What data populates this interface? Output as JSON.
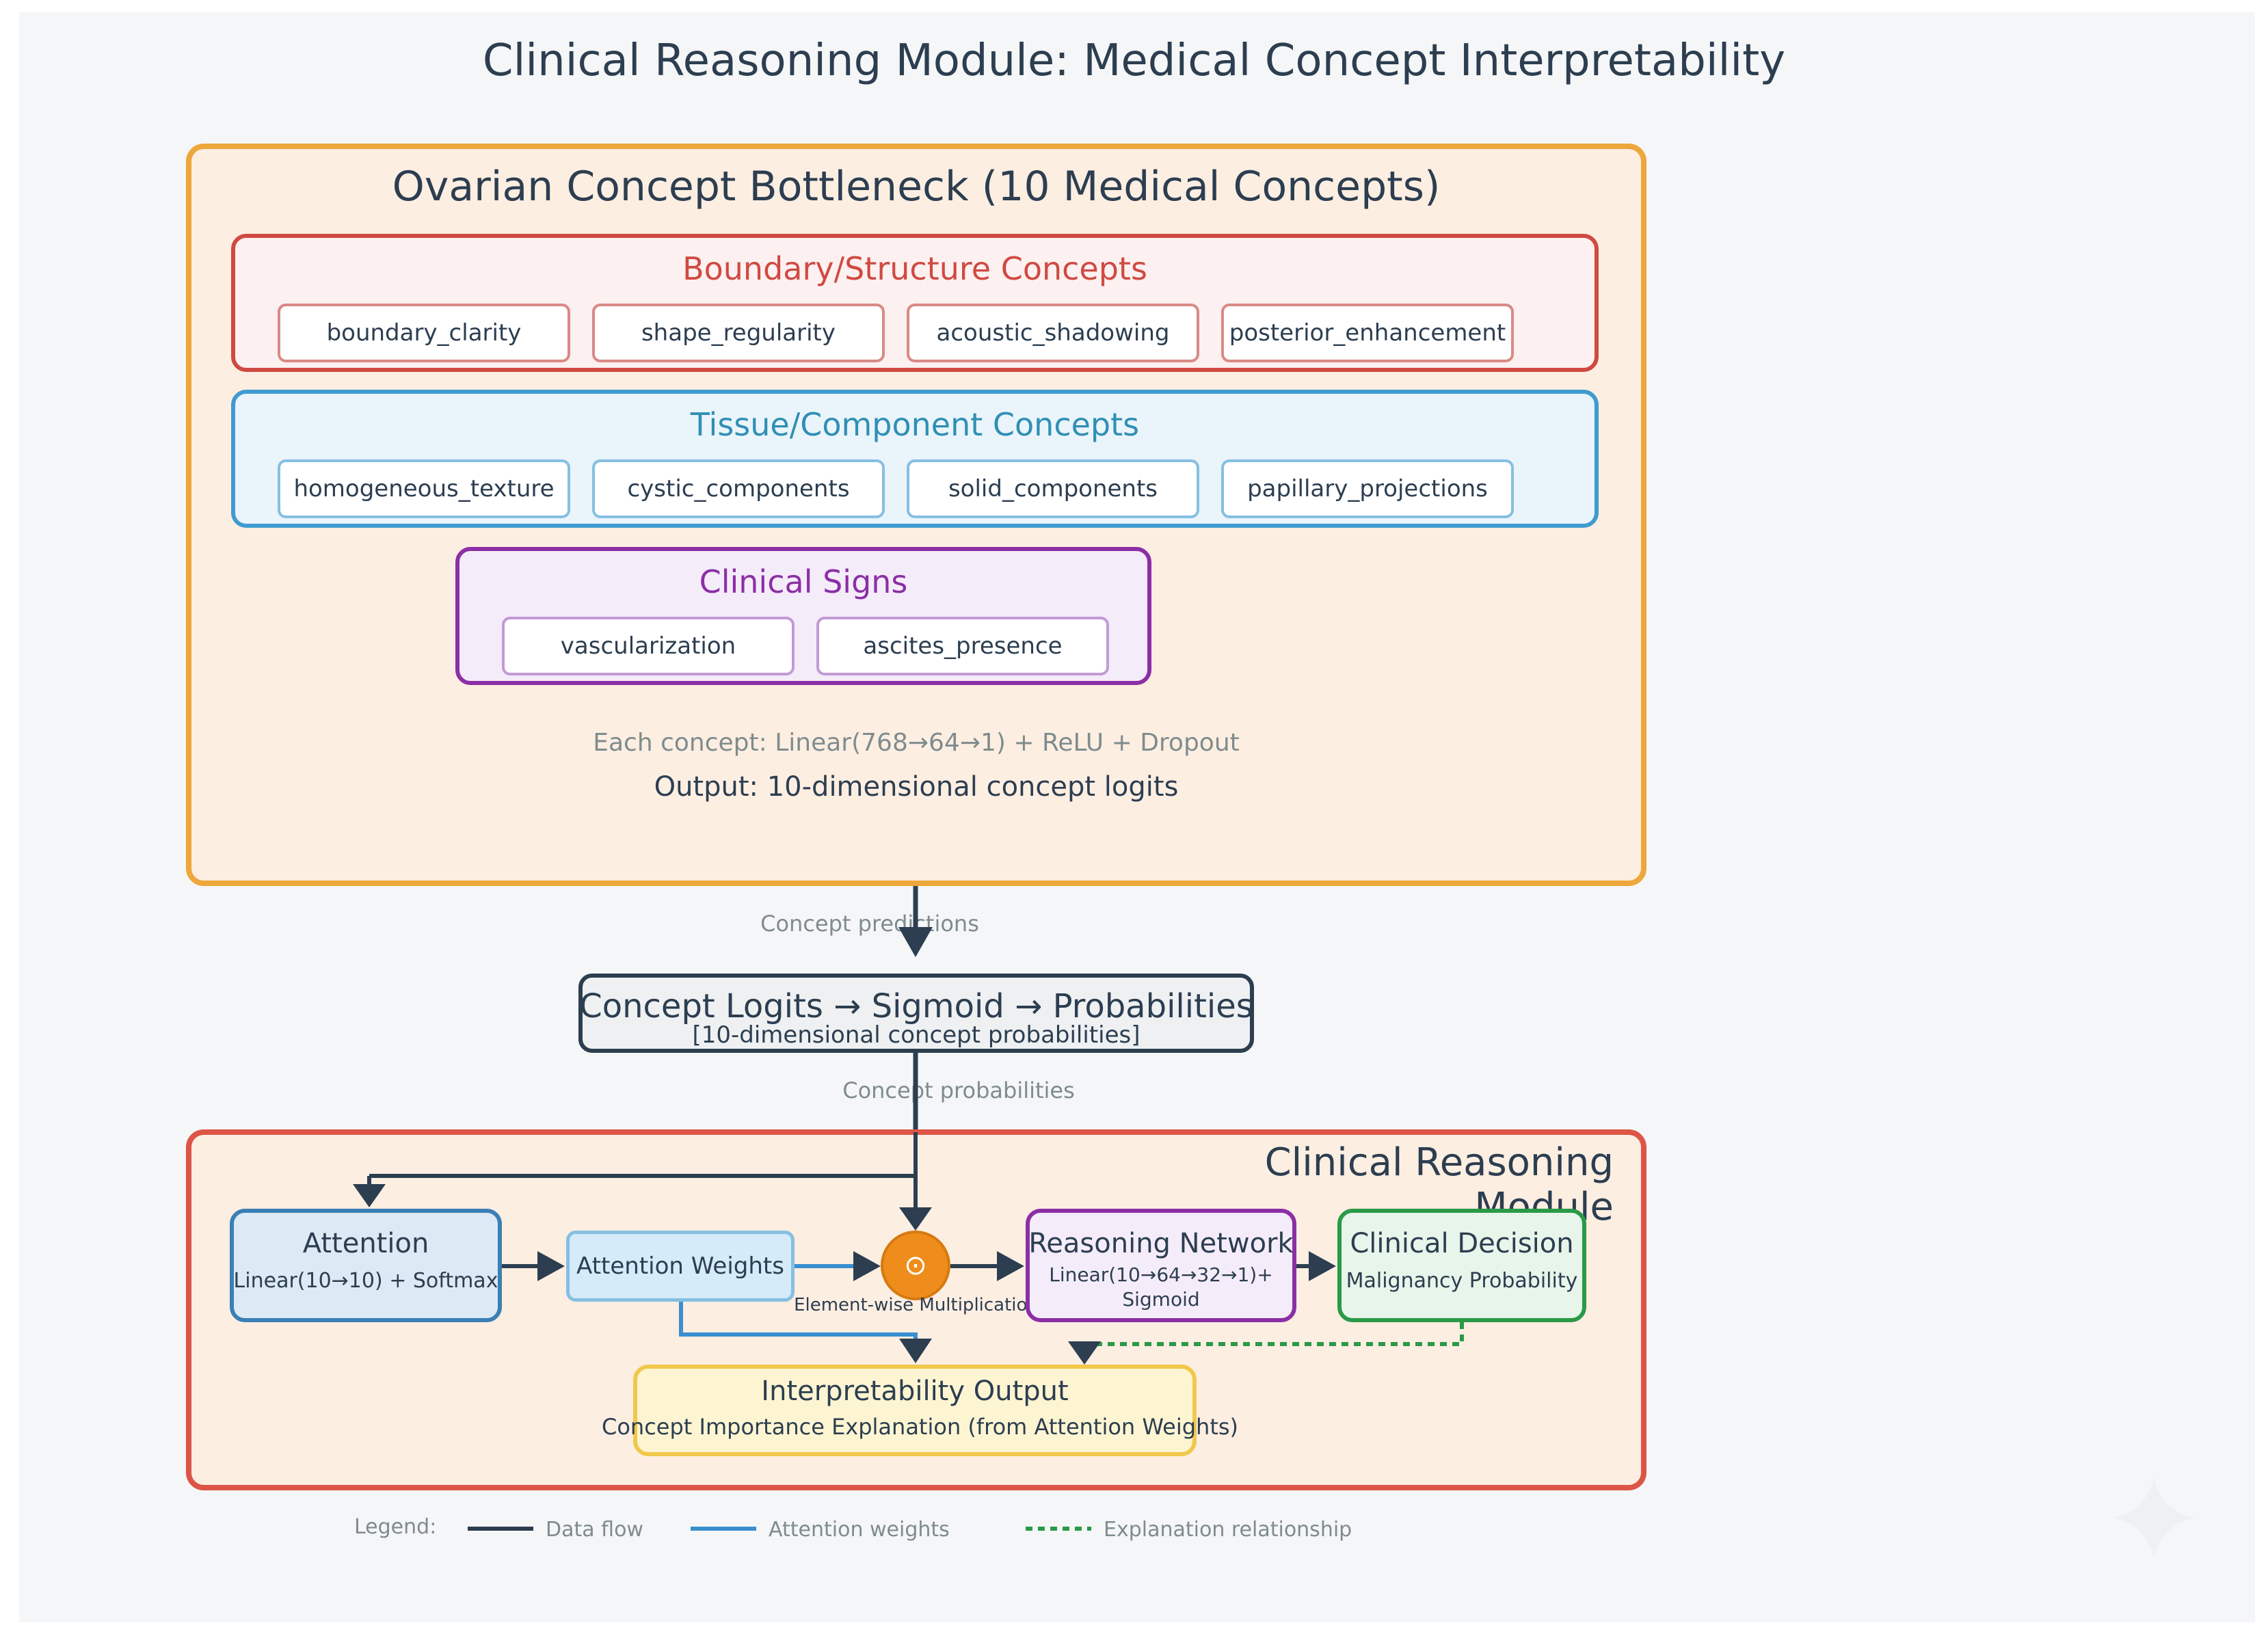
{
  "title": "Clinical Reasoning Module: Medical Concept Interpretability",
  "bottleneck": {
    "title": "Ovarian Concept Bottleneck (10 Medical Concepts)",
    "groups": [
      {
        "title": "Boundary/Structure Concepts",
        "color": "#cf4a42",
        "concepts": [
          "boundary_clarity",
          "shape_regularity",
          "acoustic_shadowing",
          "posterior_enhancement"
        ]
      },
      {
        "title": "Tissue/Component Concepts",
        "color": "#3f9bd0",
        "concepts": [
          "homogeneous_texture",
          "cystic_components",
          "solid_components",
          "papillary_projections"
        ]
      },
      {
        "title": "Clinical Signs",
        "color": "#8b2fa5",
        "concepts": [
          "vascularization",
          "ascites_presence"
        ]
      }
    ],
    "note_each": "Each concept: Linear(768→64→1) + ReLU + Dropout",
    "note_output": "Output: 10-dimensional concept logits"
  },
  "edges": {
    "concept_predictions": "Concept predictions",
    "concept_probabilities": "Concept probabilities"
  },
  "probabilities": {
    "main": "Concept Logits → Sigmoid → Probabilities",
    "sub": "[10-dimensional concept probabilities]"
  },
  "reasoning": {
    "title": "Clinical Reasoning Module",
    "attention": {
      "main": "Attention",
      "sub": "Linear(10→10) + Softmax"
    },
    "weights": {
      "main": "Attention Weights"
    },
    "multiply": {
      "symbol": "⊙",
      "label": "Element-wise Multiplication"
    },
    "network": {
      "main": "Reasoning Network",
      "sub1": "Linear(10→64→32→1)+",
      "sub2": "Sigmoid"
    },
    "decision": {
      "main": "Clinical Decision",
      "sub": "Malignancy Probability"
    },
    "interpretability": {
      "main": "Interpretability Output",
      "sub": "Concept Importance Explanation (from Attention Weights)"
    }
  },
  "legend": {
    "label": "Legend:",
    "items": [
      {
        "label": "Data flow",
        "color": "#2c3e50",
        "style": "solid"
      },
      {
        "label": "Attention weights",
        "color": "#3a8fd0",
        "style": "solid"
      },
      {
        "label": "Explanation relationship",
        "color": "#2a9a48",
        "style": "dotted"
      }
    ]
  }
}
